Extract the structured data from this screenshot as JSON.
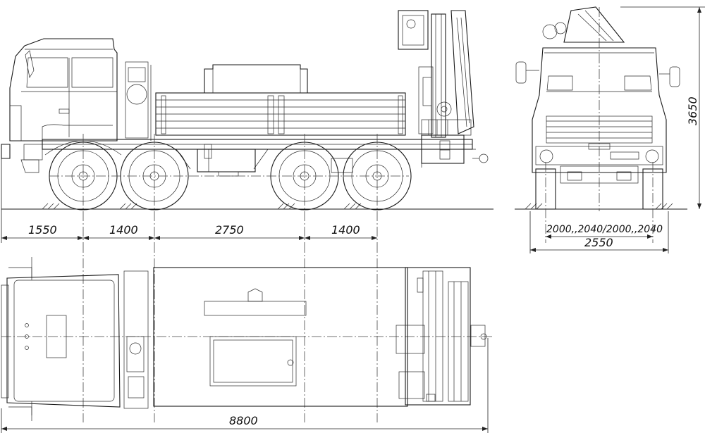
{
  "dimensions": {
    "front_overhang": "1550",
    "wheelbase_1": "1400",
    "wheelbase_2": "2750",
    "wheelbase_3": "1400",
    "overall_length": "8800",
    "track_width": "2000,,2040/2000,,2040",
    "overall_width": "2550",
    "overall_height": "3650"
  },
  "colors": {
    "line": "#1a1a1a",
    "background": "#ffffff"
  }
}
